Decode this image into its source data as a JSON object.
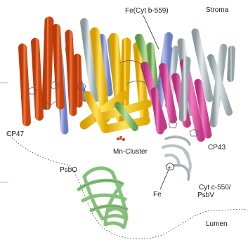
{
  "labels": {
    "fe_cyt_b559": "Fe(Cyt b-559)",
    "stroma": "Stroma",
    "cp47": "CP47",
    "mn_cluster": "Mn-Cluster",
    "cp43": "CP43",
    "psbo": "PsbO",
    "fe": "Fe",
    "cyt_c550_line1": "Cyt c-550/",
    "cyt_c550_line2": "PsbV",
    "lumen": "Lumen"
  },
  "colors": {
    "cp47_helices": "#e8531d",
    "cp43_helices": "#e0479b",
    "d1_d2_helices": "#f3c21a",
    "other_helices": "#b9c3c6",
    "blue_helices": "#8e9ed8",
    "green_helices": "#8fbf6d",
    "psbo_ribbon": "#86c07a",
    "cyt_c550_ribbon": "#b9c3c6",
    "membrane_line": "#c8b48a"
  }
}
